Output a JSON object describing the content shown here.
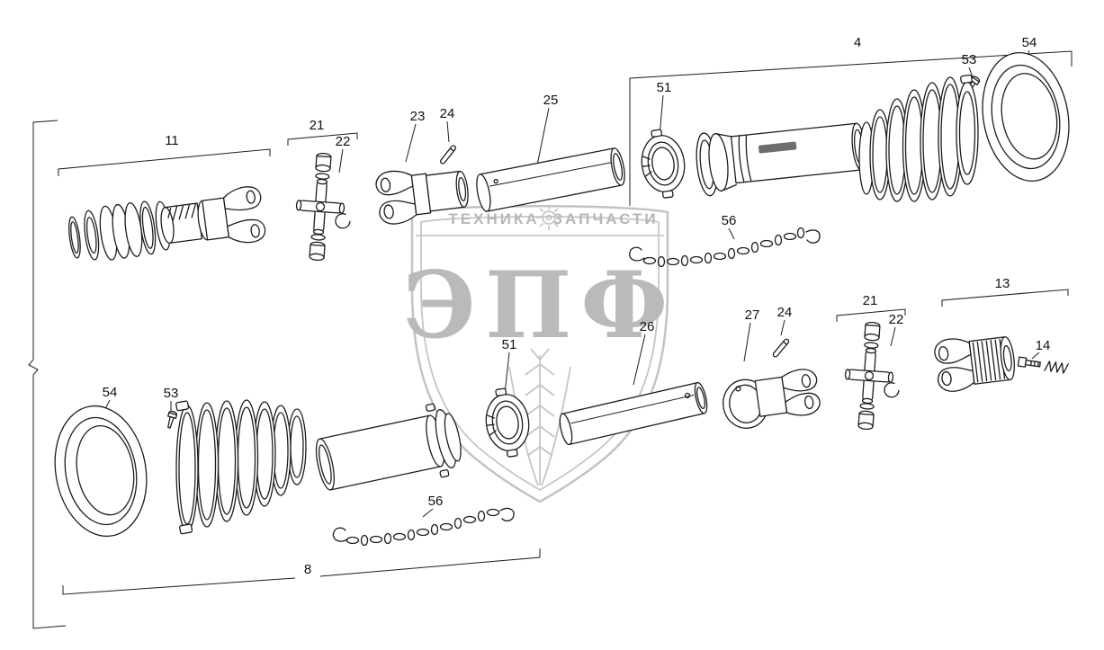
{
  "watermark": {
    "left": "ТЕХНИКА",
    "right": "ЗАПЧАСТИ",
    "big": "ЭПФ"
  },
  "callouts": {
    "top": {
      "c11": "11",
      "c21": "21",
      "c22": "22",
      "c23": "23",
      "c24": "24",
      "c25": "25",
      "c51": "51",
      "c4": "4",
      "c53": "53",
      "c54": "54",
      "c56": "56"
    },
    "bottom": {
      "c54": "54",
      "c53": "53",
      "c51": "51",
      "c26": "26",
      "c27": "27",
      "c24": "24",
      "c21": "21",
      "c22": "22",
      "c13": "13",
      "c14": "14",
      "c56": "56",
      "c8": "8"
    }
  },
  "colors": {
    "line": "#1d1d1d",
    "watermark": "#bababa",
    "background": "#ffffff"
  }
}
